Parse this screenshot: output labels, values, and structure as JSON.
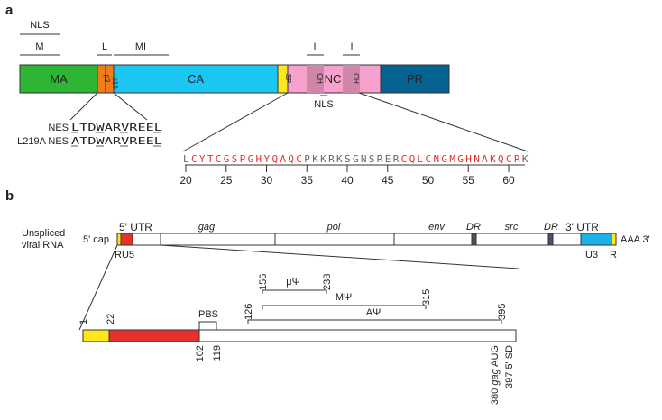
{
  "panel_a": {
    "label": "a",
    "top_labels": {
      "nls": "NLS",
      "m": "M",
      "l": "L",
      "mi": "MI",
      "i1": "I",
      "i2": "I"
    },
    "domains": {
      "ma": "MA",
      "p2": "p2",
      "p10": "p10",
      "ca": "CA",
      "sp": "SP",
      "ch1": "CH",
      "nc": "NC",
      "ch2": "CH",
      "pr": "PR"
    },
    "nls_below": "NLS",
    "nes_label": "NES",
    "nes_seq": "LTDWARVREEL",
    "l219a_label": "L219A NES",
    "l219a_seq": "ATDWARVREEL",
    "nc_sequence": "LCYTCGSPGHYQAQCPKKRKSGNSRERCQLCNGMGHNAKQCRK",
    "seq_ticks": [
      "20",
      "25",
      "30",
      "35",
      "40",
      "45",
      "50",
      "55",
      "60"
    ],
    "colors": {
      "ma": "#2db634",
      "p2": "#f07c1b",
      "ca": "#1bc7f2",
      "sp": "#ffe51e",
      "nc": "#f7a1ce",
      "ch": "#cf86a8",
      "pr": "#05638f",
      "red": "#e8302c",
      "u3": "#1ab3e8",
      "dr": "#46536b"
    }
  },
  "panel_b": {
    "label": "b",
    "rna_label_1": "Unspliced",
    "rna_label_2": "viral RNA",
    "cap": "5' cap",
    "utr5": "5' UTR",
    "gag": "gag",
    "pol": "pol",
    "env": "env",
    "dr1": "DR",
    "src": "src",
    "dr2": "DR",
    "utr3": "3' UTR",
    "aaa": "AAA  3'",
    "ru5": "RU5",
    "u3": "U3",
    "r": "R",
    "psi_mu": "μΨ",
    "psi_m": "MΨ",
    "psi_a": "AΨ",
    "pbs": "PBS",
    "pos": {
      "n1": "1",
      "n22": "22",
      "n102": "102",
      "n119": "119",
      "n126": "126",
      "n156": "156",
      "n238": "238",
      "n315": "315",
      "n395": "395"
    },
    "aug": {
      "num": "380",
      "gene": "gag",
      "rest": "AUG"
    },
    "sd": "397 5' SD"
  }
}
